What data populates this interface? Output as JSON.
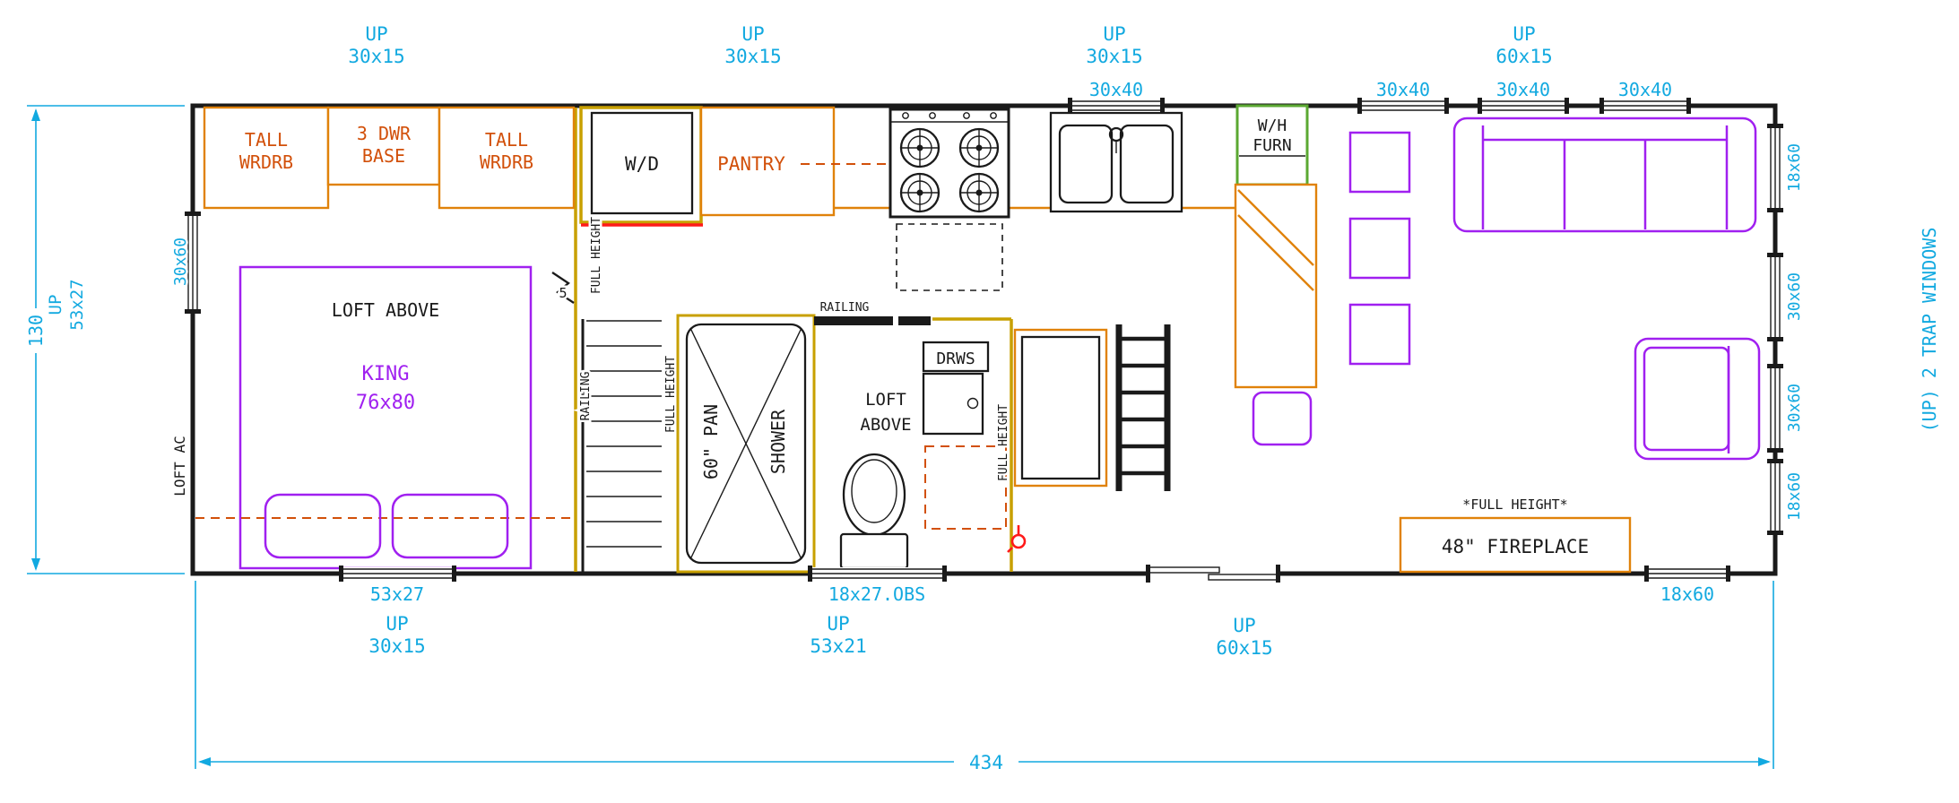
{
  "meta": {
    "type": "floor-plan"
  },
  "colors": {
    "cyan": "#12A9E0",
    "black": "#1a1a1a",
    "orange": "#E0820A",
    "orangeText": "#D2500A",
    "purple": "#A020F0",
    "gold": "#C8A000",
    "green": "#5BA832",
    "red": "#FF1A1A",
    "bg": "#FFFFFF"
  },
  "dims_top": {
    "up1_l1": "UP",
    "up1_l2": "30x15",
    "up2_l1": "UP",
    "up2_l2": "30x15",
    "up3_l1": "UP",
    "up3_l2": "30x15",
    "up4_l1": "UP",
    "up4_l2": "60x15",
    "win_sink": "30x40",
    "win1": "30x40",
    "win2": "30x40",
    "win3": "30x40"
  },
  "dims_left": {
    "height": "130",
    "up_l1": "UP",
    "up_l2": "53x27",
    "window": "30x60",
    "loft_ac": "LOFT AC"
  },
  "dims_right": {
    "w1": "18x60",
    "w2": "30x60",
    "w3": "30x60",
    "w4": "18x60",
    "note": "(UP) 2 TRAP WINDOWS"
  },
  "dims_bottom": {
    "win1": "53x27",
    "up1_l1": "UP",
    "up1_l2": "30x15",
    "win2": "18x27.OBS",
    "up2_l1": "UP",
    "up2_l2": "53x21",
    "up3_l1": "UP",
    "up3_l2": "60x15",
    "win3": "18x60",
    "total": "434"
  },
  "bedroom": {
    "wardrobe_left_l1": "TALL",
    "wardrobe_left_l2": "WRDRB",
    "base_l1": "3 DWR",
    "base_l2": "BASE",
    "wardrobe_right_l1": "TALL",
    "wardrobe_right_l2": "WRDRB",
    "loft": "LOFT ABOVE",
    "bed": "KING",
    "bed_size": "76x80"
  },
  "utility": {
    "wd": "W/D",
    "pantry": "PANTRY",
    "railing": "RAILING",
    "full_height": "FULL HEIGHT",
    "stair_count": "5"
  },
  "bath": {
    "full_height_left": "FULL HEIGHT",
    "pan": "60\" PAN",
    "shower": "SHOWER",
    "railing": "RAILING",
    "loft_l1": "LOFT",
    "loft_l2": "ABOVE",
    "drws": "DRWS",
    "full_height_right": "FULL HEIGHT"
  },
  "kitchen": {
    "wh_l1": "W/H",
    "wh_l2": "FURN"
  },
  "living": {
    "full_height_note": "*FULL HEIGHT*",
    "fireplace": "48\" FIREPLACE"
  }
}
